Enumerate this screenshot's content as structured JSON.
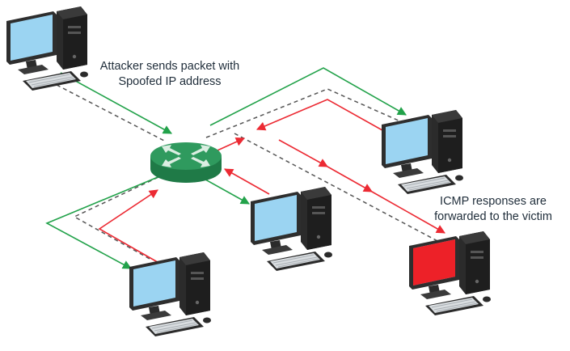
{
  "labels": {
    "attacker_line1": "Attacker sends packet with",
    "attacker_line2": "Spoofed IP address",
    "icmp_line1": "ICMP responses are",
    "icmp_line2": "forwarded to the victim"
  },
  "colors": {
    "green": "#22a24a",
    "red": "#ec2a33",
    "dashed": "#555555",
    "router_top": "#2f9a5e",
    "router_side": "#1f7a47",
    "screen": "#9bd4f2",
    "victim_screen": "#ed2128",
    "tower": "#2b2b2b"
  },
  "icons": {
    "attacker": "desktop-computer-icon",
    "router": "router-icon",
    "host": "desktop-computer-icon",
    "victim": "desktop-computer-icon"
  }
}
